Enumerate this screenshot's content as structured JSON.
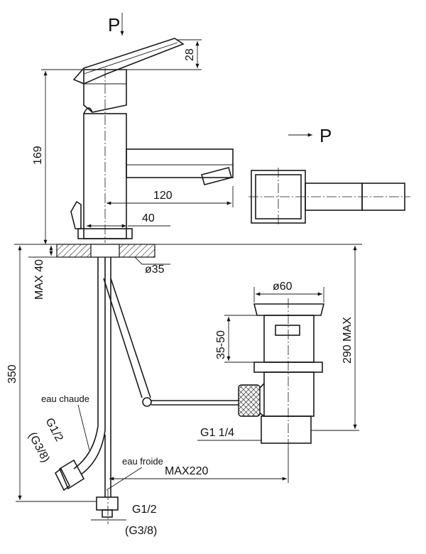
{
  "view_labels": {
    "top": "P",
    "side": "P"
  },
  "dimensions": {
    "lever_height": "28",
    "total_height": "169",
    "spout_reach": "120",
    "body_width": "40",
    "hole_diameter": "ø35",
    "deck_thickness": "MAX 40",
    "hose_length": "350",
    "waste_diameter": "ø60",
    "waste_range": "35-50",
    "waste_height": "290 MAX",
    "rod_length": "MAX220"
  },
  "labels": {
    "hot_water": "eau chaude",
    "cold_water": "eau froide",
    "thread_hot": "G1/2",
    "thread_hot_alt": "(G3/8)",
    "thread_cold": "G1/2",
    "thread_cold_alt": "(G3/8)",
    "thread_waste": "G1  1/4"
  }
}
